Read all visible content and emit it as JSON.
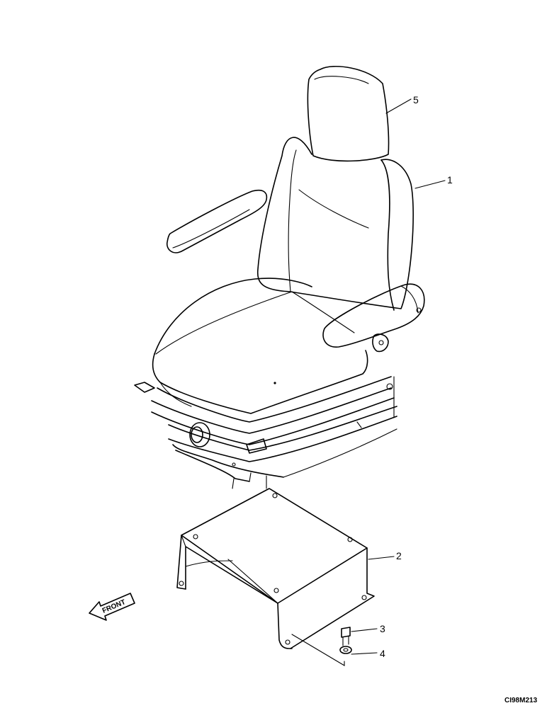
{
  "callouts": {
    "seat": "1",
    "base_bracket": "2",
    "bolt": "3",
    "washer": "4",
    "headrest": "5"
  },
  "direction_label": "FRONT",
  "drawing_code": "CI98M213"
}
